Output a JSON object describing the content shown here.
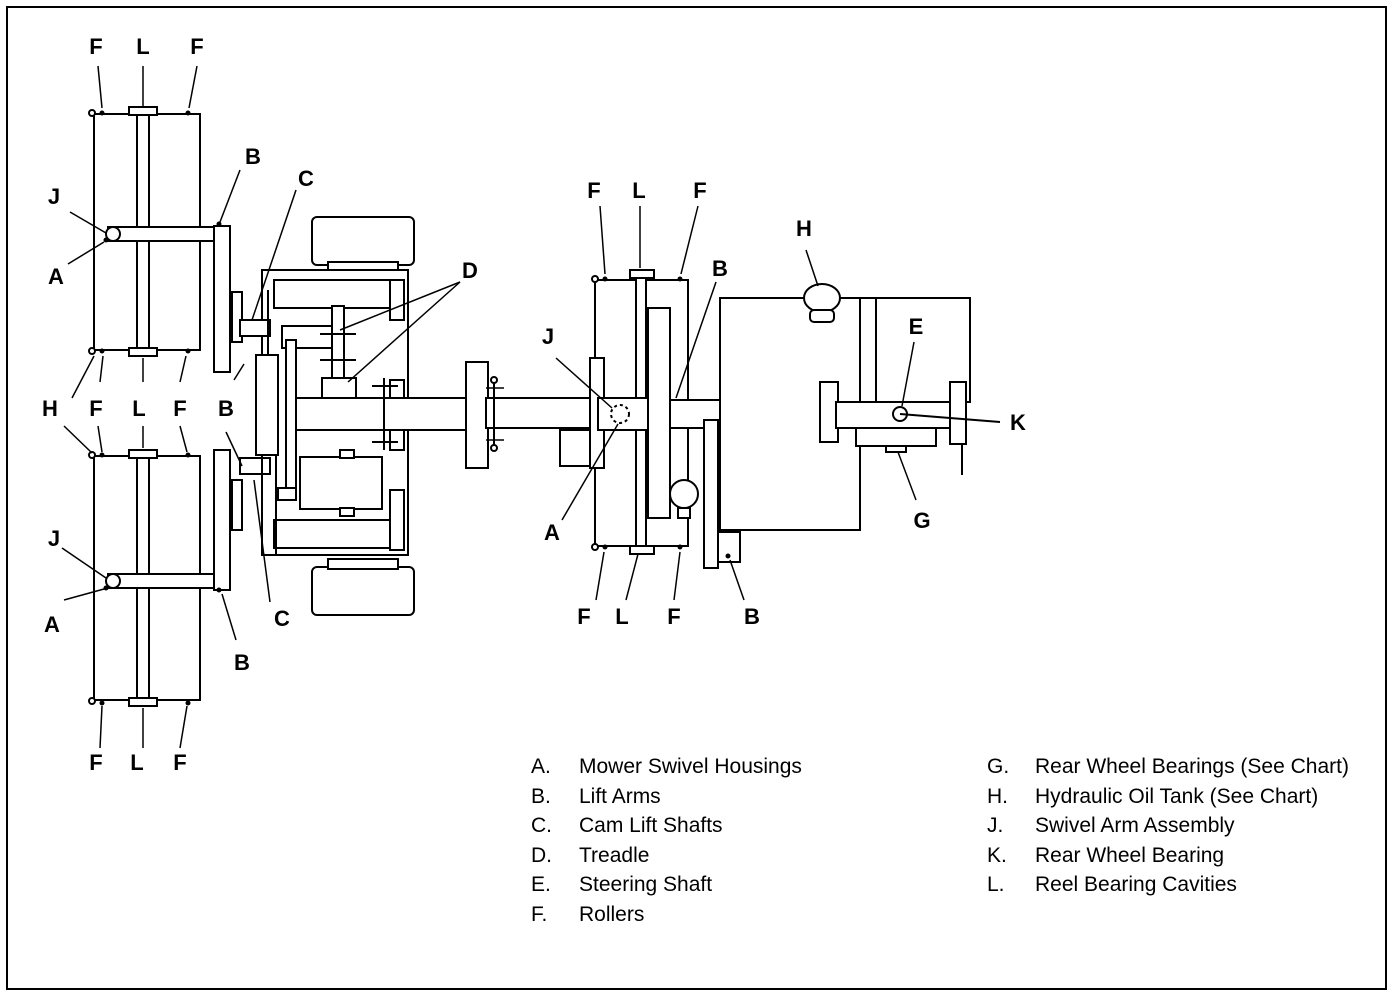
{
  "callouts": {
    "A": "A",
    "B": "B",
    "C": "C",
    "D": "D",
    "E": "E",
    "F": "F",
    "G": "G",
    "H": "H",
    "J": "J",
    "K": "K",
    "L": "L"
  },
  "legend_left": [
    {
      "key": "A.",
      "text": "Mower Swivel Housings"
    },
    {
      "key": "B.",
      "text": "Lift Arms"
    },
    {
      "key": "C.",
      "text": "Cam Lift Shafts"
    },
    {
      "key": "D.",
      "text": "Treadle"
    },
    {
      "key": "E.",
      "text": "Steering Shaft"
    },
    {
      "key": "F.",
      "text": "Rollers"
    }
  ],
  "legend_right": [
    {
      "key": "G.",
      "text": "Rear Wheel Bearings (See Chart)"
    },
    {
      "key": "H.",
      "text": "Hydraulic Oil Tank (See Chart)"
    },
    {
      "key": "J.",
      "text": "Swivel Arm Assembly"
    },
    {
      "key": "K.",
      "text": "Rear Wheel Bearing"
    },
    {
      "key": "L.",
      "text": "Reel Bearing Cavities"
    }
  ]
}
